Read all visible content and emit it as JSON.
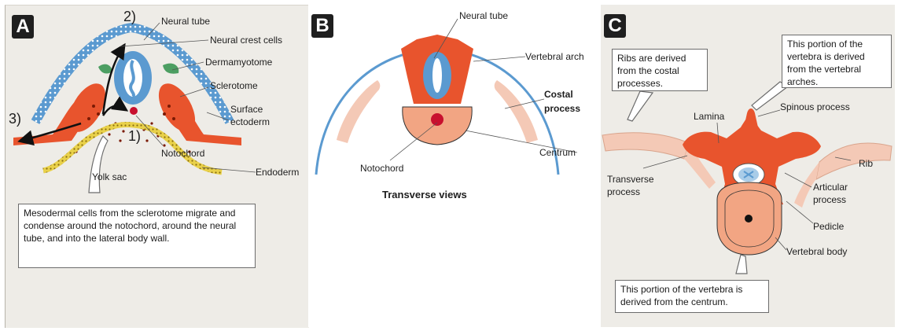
{
  "panels": {
    "a": {
      "tag": "A",
      "labels": {
        "neural_tube": "Neural tube",
        "neural_crest_cells": "Neural crest cells",
        "dermamyotome": "Dermamyotome",
        "sclerotome": "Sclerotome",
        "surface": "Surface",
        "ectoderm": "ectoderm",
        "notochord": "Notochord",
        "yolk_sac": "Yolk sac",
        "endoderm": "Endoderm"
      },
      "steps": {
        "s1": "1)",
        "s2": "2)",
        "s3": "3)"
      },
      "callout": "Mesodermal cells from the sclerotome migrate and condense around the notochord, around the neural tube, and into the lateral body wall."
    },
    "b": {
      "tag": "B",
      "labels": {
        "neural_tube": "Neural tube",
        "vertebral_arch": "Vertebral arch",
        "costal": "Costal",
        "process": "process",
        "notochord": "Notochord",
        "centrum": "Centrum"
      },
      "caption": "Transverse views"
    },
    "c": {
      "tag": "C",
      "callout_ribs": "Ribs are derived from the costal processes.",
      "callout_arches": "This portion of the vertebra is derived from the vertebral arches.",
      "callout_centrum": "This portion of the vertebra is derived from the centrum.",
      "labels": {
        "lamina": "Lamina",
        "spinous_process": "Spinous process",
        "rib": "Rib",
        "transverse": "Transverse",
        "process": "process",
        "articular": "Articular",
        "articular_process": "process",
        "pedicle": "Pedicle",
        "vertebral_body": "Vertebral body"
      }
    }
  },
  "colors": {
    "orange": "#e8542d",
    "salmon": "#f2a583",
    "blue": "#5b9ad0",
    "light_blue": "#a9cce8",
    "green": "#4c9e62",
    "yellow": "#e9d14a",
    "notochord_red": "#c8102e",
    "rib_pink": "#f4c9b6"
  }
}
